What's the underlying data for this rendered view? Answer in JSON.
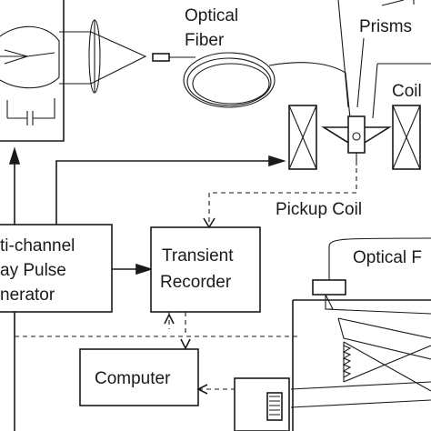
{
  "labels": {
    "optical_fiber_line1": "Optical",
    "optical_fiber_line2": "Fiber",
    "prisms": "Prisms",
    "coil": "Coil",
    "pickup_coil": "Pickup Coil",
    "pulse_gen_line1": "ti-channel",
    "pulse_gen_line2": "ay Pulse",
    "pulse_gen_line3": "nerator",
    "transient_line1": "Transient",
    "transient_line2": "Recorder",
    "computer": "Computer",
    "optical_right": "Optical F"
  }
}
